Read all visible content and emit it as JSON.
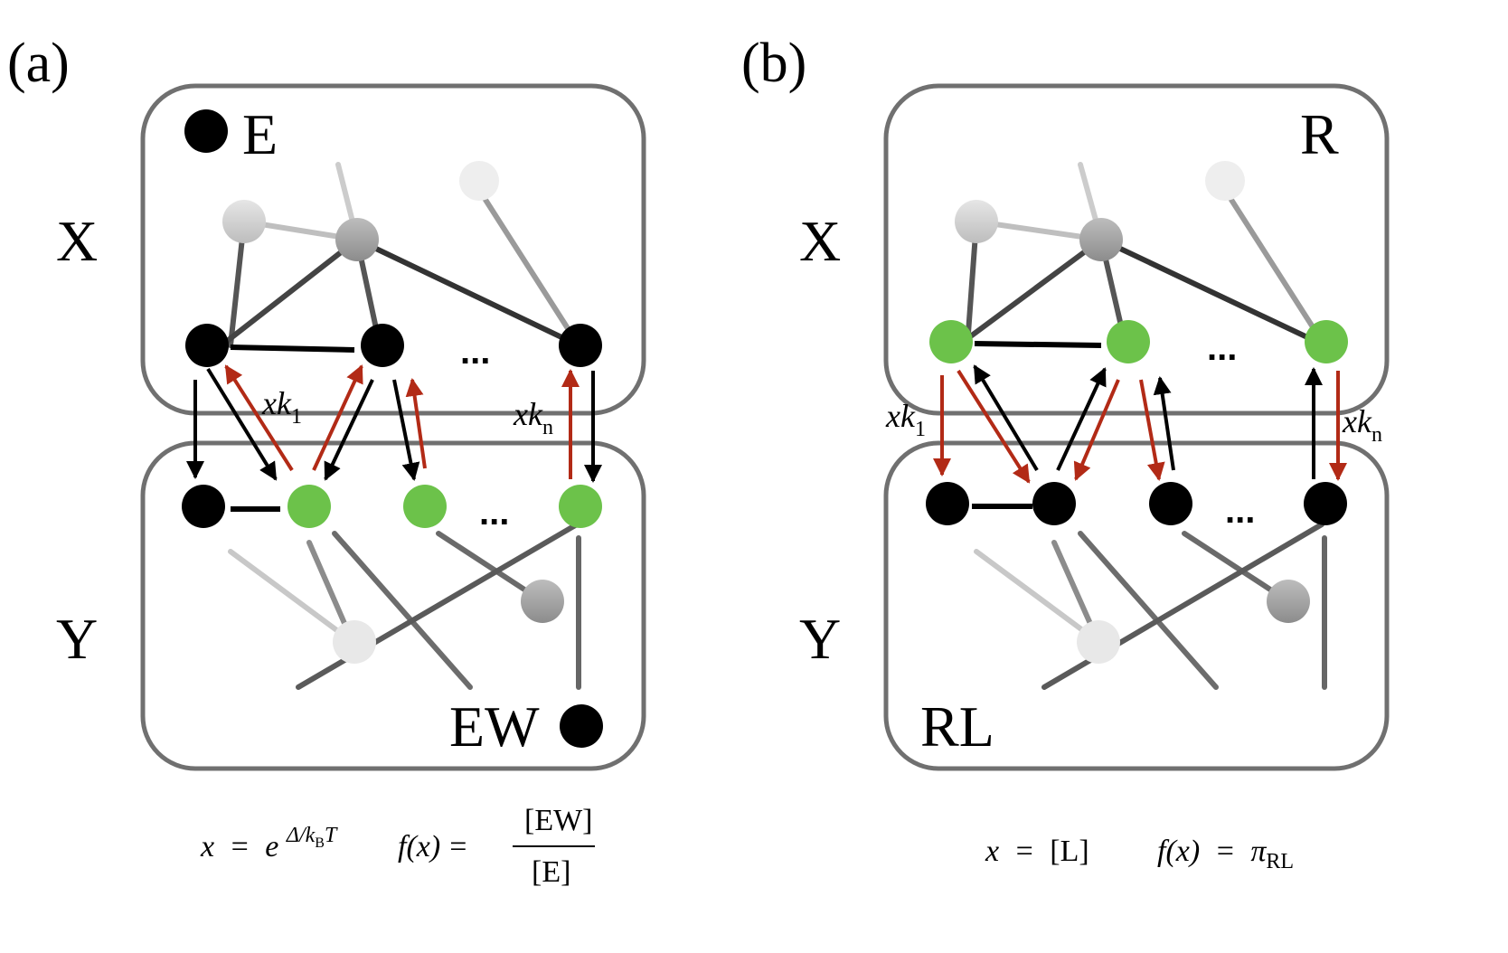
{
  "panels": [
    {
      "id": "a",
      "label": "(a)",
      "top_species": "E",
      "bottom_species": "EW",
      "x_label": "X",
      "y_label": "Y",
      "rate_first": {
        "base": "xk",
        "sub": "1"
      },
      "rate_last": {
        "base": "xk",
        "sub": "n"
      },
      "dots": "...",
      "equation_x": {
        "lhs": "x",
        "eq": "=",
        "base": "e",
        "exp_main": "Δ/k",
        "exp_sub": "B",
        "exp_tail": "T"
      },
      "equation_f": {
        "lhs": "f(x)",
        "eq": "=",
        "num": "[EW]",
        "den": "[E]"
      }
    },
    {
      "id": "b",
      "label": "(b)",
      "top_species": "R",
      "bottom_species": "RL",
      "x_label": "X",
      "y_label": "Y",
      "rate_first": {
        "base": "xk",
        "sub": "1"
      },
      "rate_last": {
        "base": "xk",
        "sub": "n"
      },
      "dots": "...",
      "equation_x": {
        "lhs": "x",
        "eq": "=",
        "rhs": "[L]"
      },
      "equation_f": {
        "lhs": "f(x)",
        "eq": "=",
        "base": "π",
        "sub": "RL"
      }
    }
  ],
  "colors": {
    "green": "#6cc24a",
    "red_arrow": "#b22a16",
    "black": "#000000",
    "box_border": "#707070"
  }
}
